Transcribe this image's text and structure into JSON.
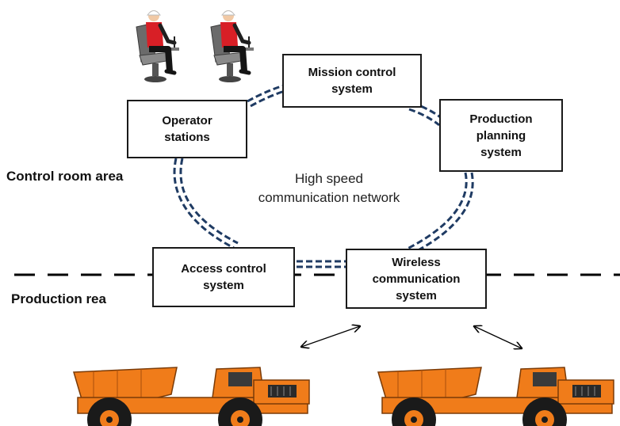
{
  "areas": {
    "control_room": "Control room area",
    "production": "Production rea"
  },
  "network": {
    "label": "High speed\ncommunication network"
  },
  "boxes": {
    "mission_control": "Mission control\nsystem",
    "operator_stations": "Operator\nstations",
    "production_planning": "Production\nplanning\nsystem",
    "access_control": "Access control\nsystem",
    "wireless": "Wireless\ncommunication\nsystem"
  },
  "icons": [
    "seated-operator-icon",
    "seated-operator-icon",
    "mining-dump-truck-icon",
    "mining-dump-truck-icon",
    "double-arrow-icon"
  ],
  "colors": {
    "network_line": "#1f3b63",
    "truck_body": "#f07c1a",
    "operator_shirt": "#d81f26",
    "boundary_line": "#000000"
  }
}
